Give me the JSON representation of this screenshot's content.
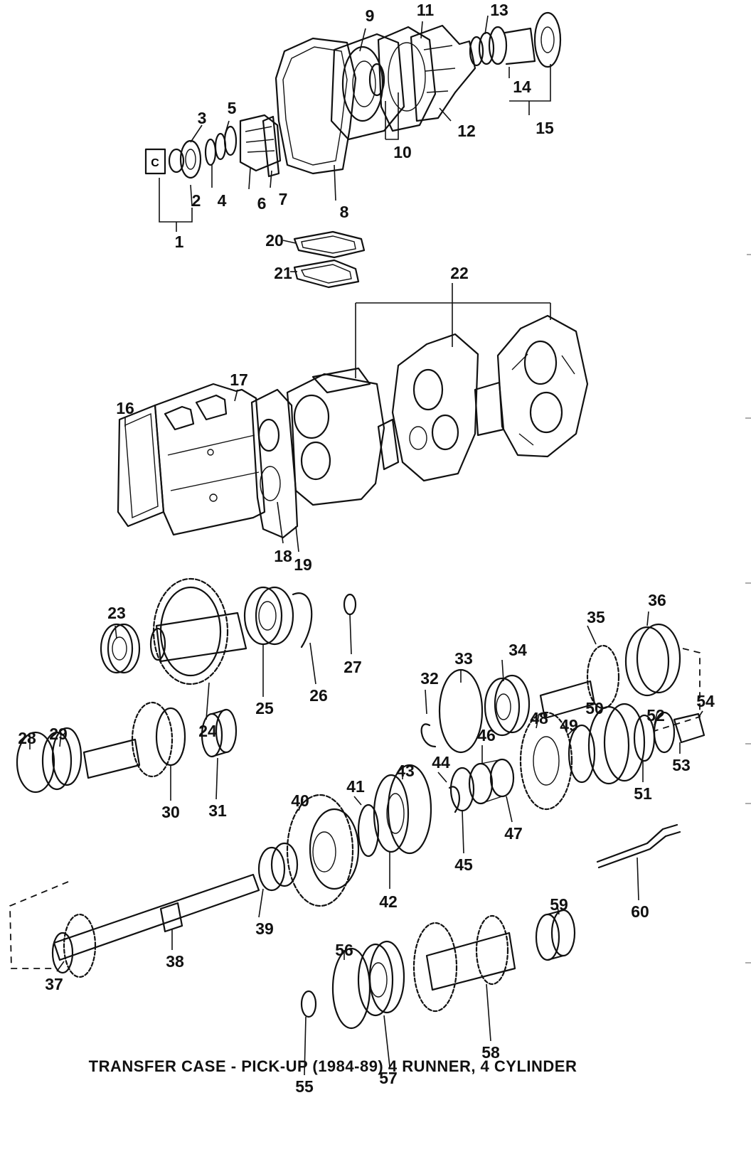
{
  "diagram": {
    "caption": "TRANSFER CASE - PICK-UP (1984-89) 4 RUNNER, 4 CYLINDER",
    "callouts": [
      {
        "id": "c1",
        "text": "1"
      },
      {
        "id": "c2",
        "text": "2"
      },
      {
        "id": "c3",
        "text": "3"
      },
      {
        "id": "c4",
        "text": "4"
      },
      {
        "id": "c5",
        "text": "5"
      },
      {
        "id": "c6",
        "text": "6"
      },
      {
        "id": "c7",
        "text": "7"
      },
      {
        "id": "c8",
        "text": "8"
      },
      {
        "id": "c9",
        "text": "9"
      },
      {
        "id": "c10",
        "text": "10"
      },
      {
        "id": "c11",
        "text": "11"
      },
      {
        "id": "c12",
        "text": "12"
      },
      {
        "id": "c13",
        "text": "13"
      },
      {
        "id": "c14",
        "text": "14"
      },
      {
        "id": "c15",
        "text": "15"
      },
      {
        "id": "c16",
        "text": "16"
      },
      {
        "id": "c17",
        "text": "17"
      },
      {
        "id": "c18",
        "text": "18"
      },
      {
        "id": "c19",
        "text": "19"
      },
      {
        "id": "c20",
        "text": "20"
      },
      {
        "id": "c21",
        "text": "21"
      },
      {
        "id": "c22",
        "text": "22"
      },
      {
        "id": "c23",
        "text": "23"
      },
      {
        "id": "c24",
        "text": "24"
      },
      {
        "id": "c25",
        "text": "25"
      },
      {
        "id": "c26",
        "text": "26"
      },
      {
        "id": "c27",
        "text": "27"
      },
      {
        "id": "c28",
        "text": "28"
      },
      {
        "id": "c29",
        "text": "29"
      },
      {
        "id": "c30",
        "text": "30"
      },
      {
        "id": "c31",
        "text": "31"
      },
      {
        "id": "c32",
        "text": "32"
      },
      {
        "id": "c33",
        "text": "33"
      },
      {
        "id": "c34",
        "text": "34"
      },
      {
        "id": "c35",
        "text": "35"
      },
      {
        "id": "c36",
        "text": "36"
      },
      {
        "id": "c37",
        "text": "37"
      },
      {
        "id": "c38",
        "text": "38"
      },
      {
        "id": "c39",
        "text": "39"
      },
      {
        "id": "c40",
        "text": "40"
      },
      {
        "id": "c41",
        "text": "41"
      },
      {
        "id": "c42",
        "text": "42"
      },
      {
        "id": "c43",
        "text": "43"
      },
      {
        "id": "c44",
        "text": "44"
      },
      {
        "id": "c45",
        "text": "45"
      },
      {
        "id": "c46",
        "text": "46"
      },
      {
        "id": "c47",
        "text": "47"
      },
      {
        "id": "c48",
        "text": "48"
      },
      {
        "id": "c49",
        "text": "49"
      },
      {
        "id": "c50",
        "text": "50"
      },
      {
        "id": "c51",
        "text": "51"
      },
      {
        "id": "c52",
        "text": "52"
      },
      {
        "id": "c53",
        "text": "53"
      },
      {
        "id": "c54",
        "text": "54"
      },
      {
        "id": "c55",
        "text": "55"
      },
      {
        "id": "c56",
        "text": "56"
      },
      {
        "id": "c57",
        "text": "57"
      },
      {
        "id": "c58",
        "text": "58"
      },
      {
        "id": "c59",
        "text": "59"
      },
      {
        "id": "c60",
        "text": "60"
      }
    ]
  }
}
